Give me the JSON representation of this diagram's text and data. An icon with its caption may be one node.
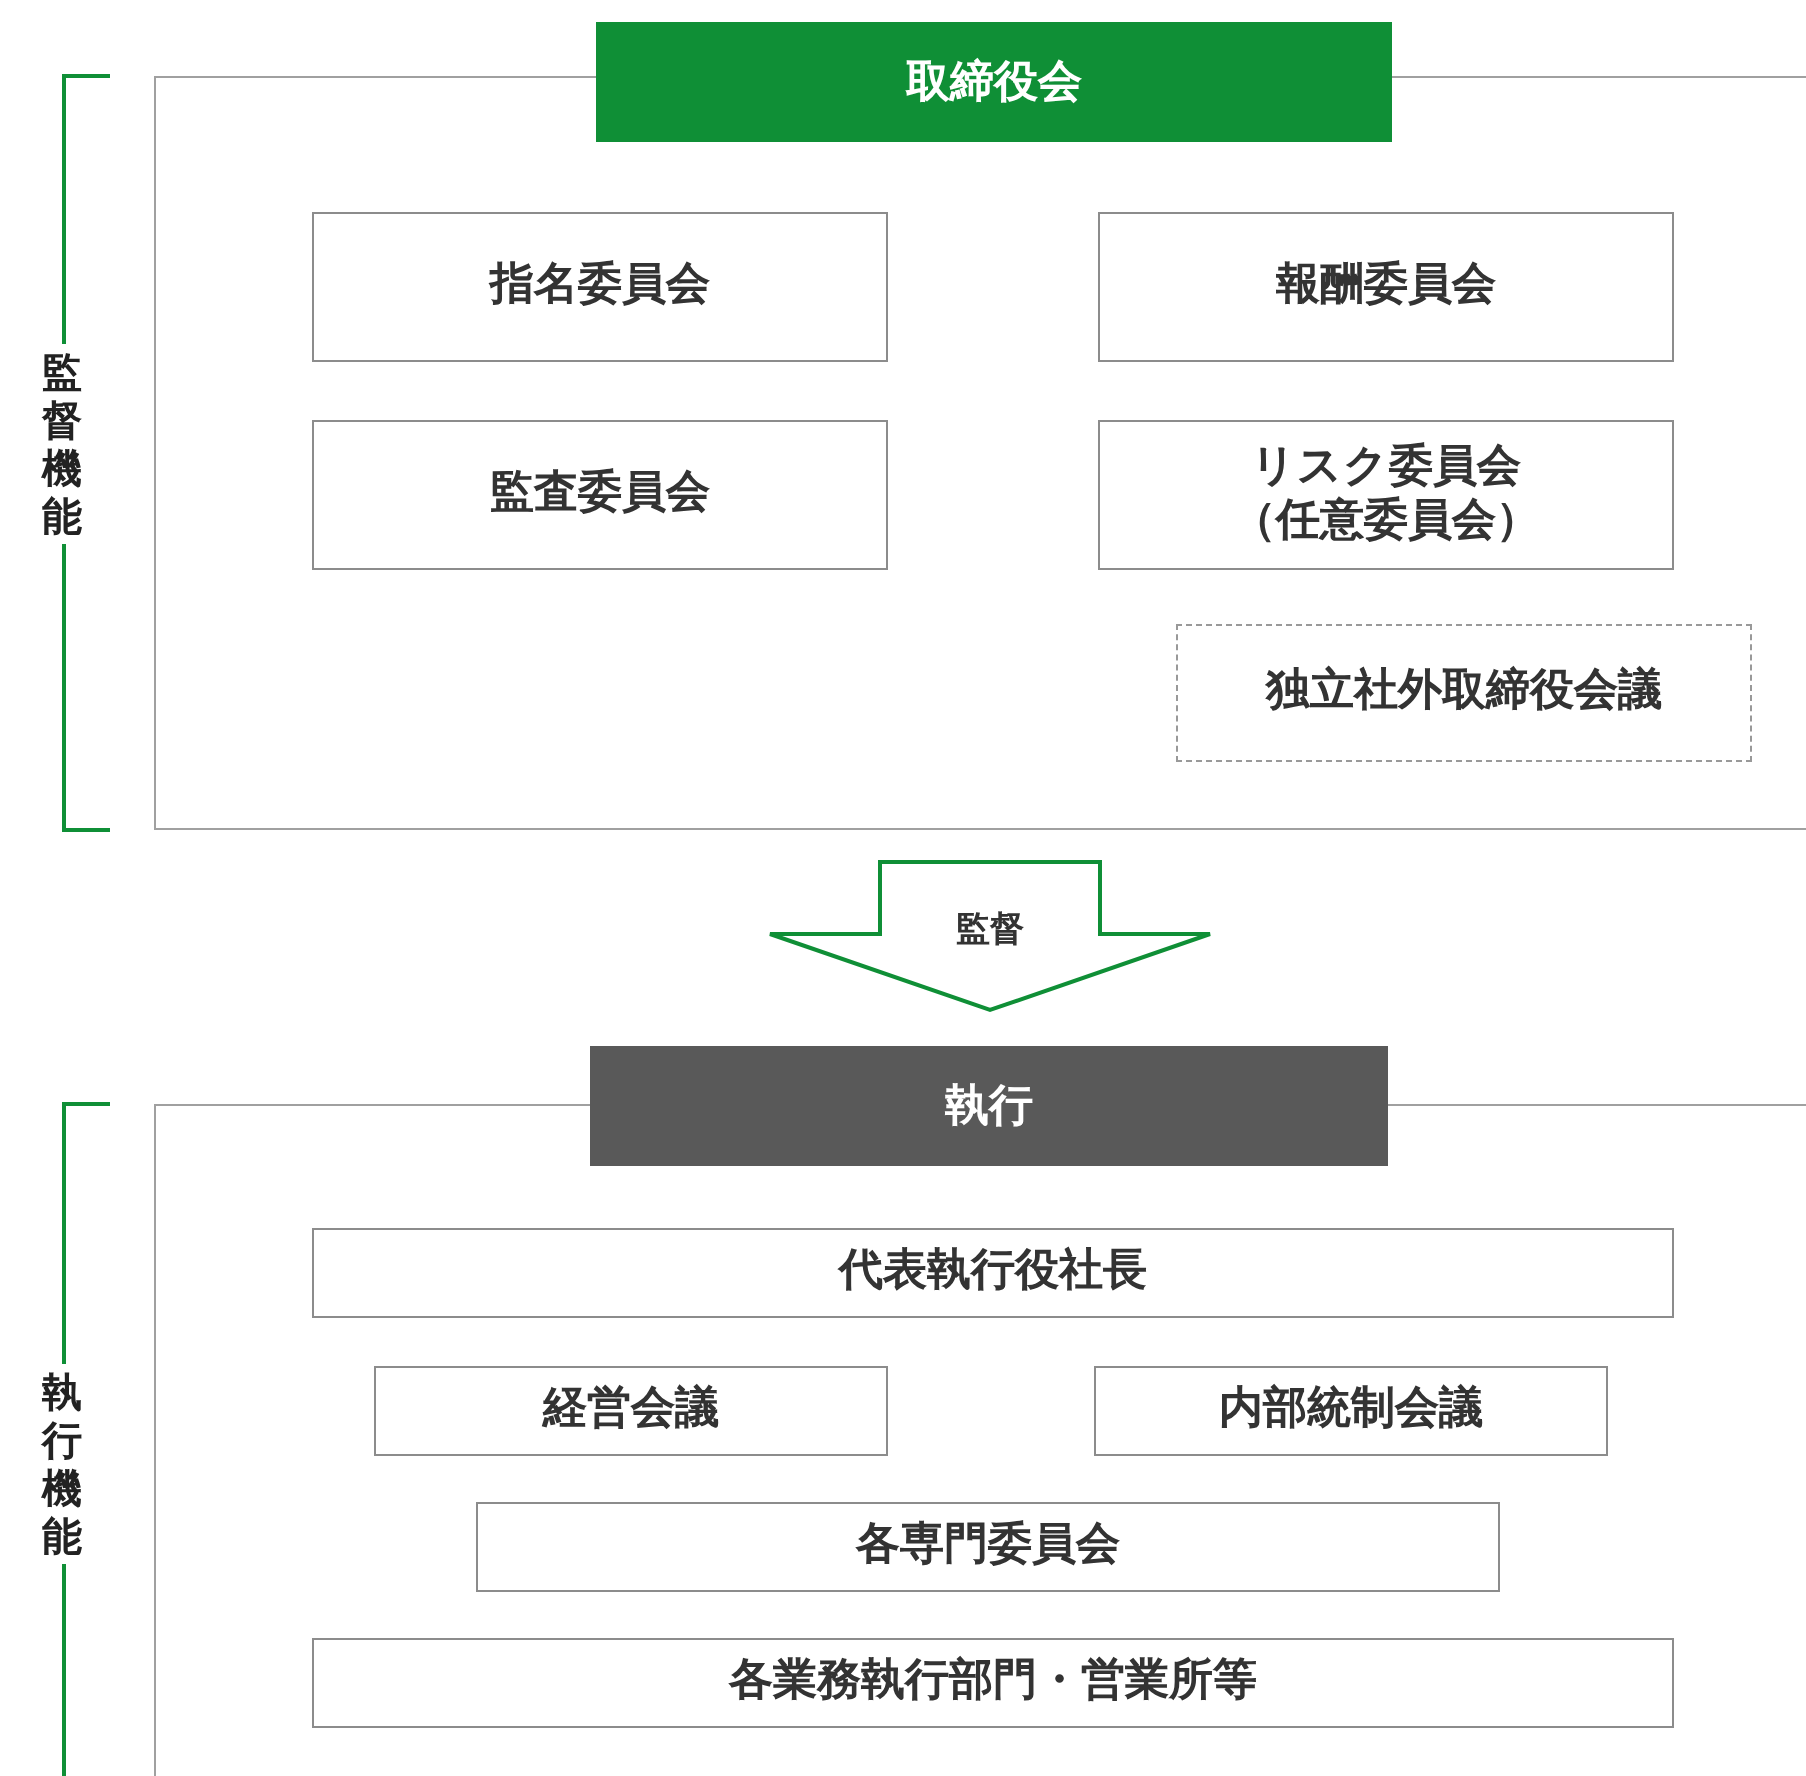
{
  "diagram": {
    "nodes": [
      {
        "text": [
          "取締役会"
        ]
      },
      {
        "text": [
          "指名委員会"
        ],
        "in": 0
      },
      {
        "text": [
          "報酬委員会"
        ],
        "in": 0
      },
      {
        "text": [
          "監査委員会"
        ],
        "in": 0
      },
      {
        "text": [
          "リスク委員会（任意委員会）"
        ],
        "in": 0
      },
      {
        "text": [
          "独立社外取締役会議"
        ],
        "in": 0
      },
      {
        "text": [
          "執行"
        ]
      },
      {
        "text": [
          "代表執行役社長"
        ],
        "in": 6
      },
      {
        "text": [
          "経営会議"
        ],
        "in": 6
      },
      {
        "text": [
          "内部統制会議"
        ],
        "in": 6
      },
      {
        "text": [
          "各専門委員会"
        ],
        "in": 6
      },
      {
        "text": [
          "各業務執行部門・営業所等"
        ],
        "in": 6
      }
    ],
    "edges": [
      {
        "from": 0,
        "to": 6,
        "arrow": "to",
        "label": "監督"
      }
    ],
    "labels": [
      "監督機能",
      "執行機能"
    ]
  }
}
